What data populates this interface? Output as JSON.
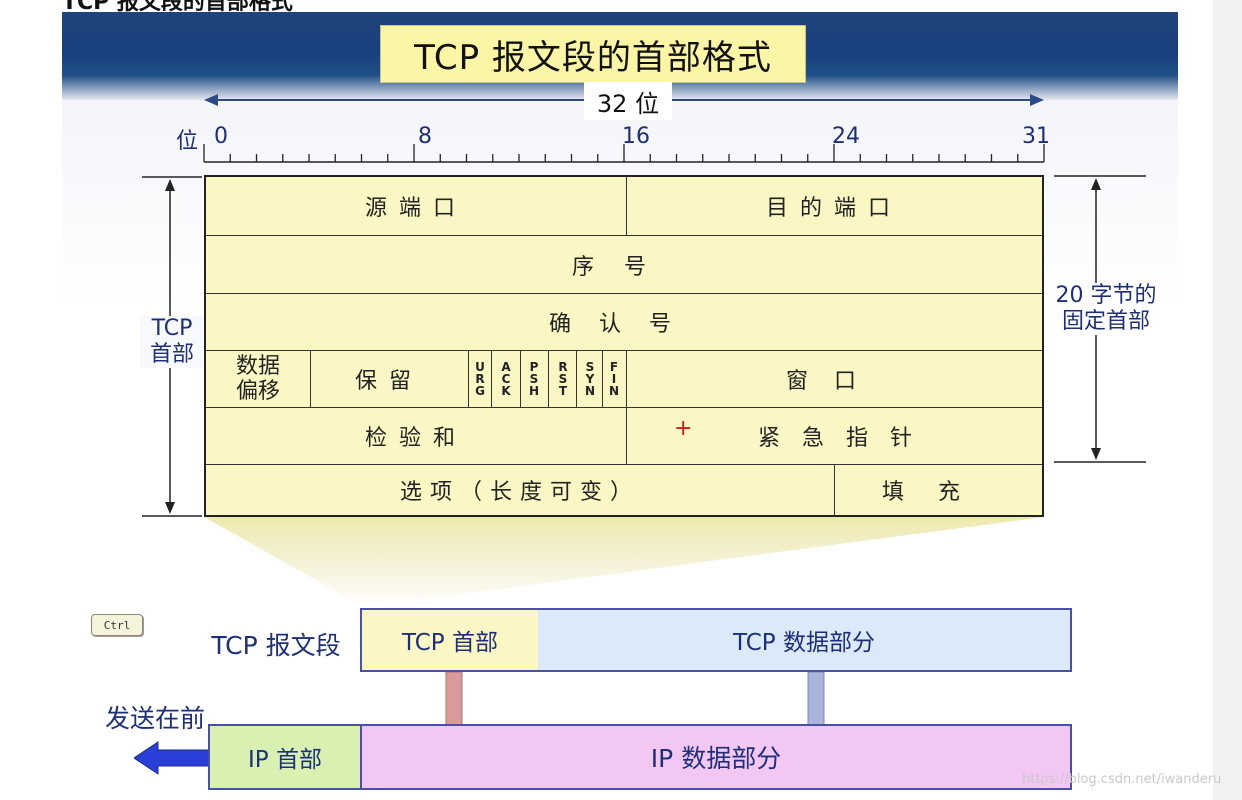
{
  "top_caption": "TCP 报文段的首部格式",
  "title": "TCP 报文段的首部格式",
  "width_label": "32 位",
  "ruler": {
    "unit_label": "位",
    "ticks": [
      "0",
      "8",
      "16",
      "24",
      "31"
    ]
  },
  "left_brace_label": [
    "TCP",
    "首部"
  ],
  "right_brace_label": [
    "20 字节的",
    "固定首部"
  ],
  "header_rows": {
    "row1": {
      "src_port": "源端口",
      "dst_port": "目的端口"
    },
    "row2": {
      "seq": "序号"
    },
    "row3": {
      "ack": "确认号"
    },
    "row4": {
      "data_offset": [
        "数据",
        "偏移"
      ],
      "reserved": "保留",
      "flags": [
        "URG",
        "ACK",
        "PSH",
        "RST",
        "SYN",
        "FIN"
      ],
      "window": "窗口"
    },
    "row5": {
      "checksum": "检验和",
      "plus_mark": "+",
      "urgent_ptr": "紧急指针"
    },
    "row6": {
      "options": "选项（长度可变）",
      "padding": "填充"
    }
  },
  "segment_diagram": {
    "tcp_segment_label": "TCP 报文段",
    "tcp_header": "TCP 首部",
    "tcp_data": "TCP 数据部分",
    "send_first_label": "发送在前",
    "ip_header": "IP 首部",
    "ip_data": "IP 数据部分"
  },
  "ctrl_key_label": "Ctrl",
  "watermark": "https://blog.csdn.net/iwanderu",
  "colors": {
    "banner": "#1b447f",
    "title_bg": "#fbf5a6",
    "table_bg": "#fbf7c4",
    "label_blue": "#1d2f7a",
    "tcp_header_bg": "#fbf7c4",
    "tcp_data_bg": "#dbe9f9",
    "ip_header_bg": "#d8f0b2",
    "ip_data_bg": "#f3c7f3",
    "left_arrow": "#2a3fd8",
    "arrow_pink": "#d89a9a",
    "arrow_blue": "#a9b3dc"
  },
  "icons": [
    "left-arrow-icon",
    "down-arrow-icon"
  ]
}
